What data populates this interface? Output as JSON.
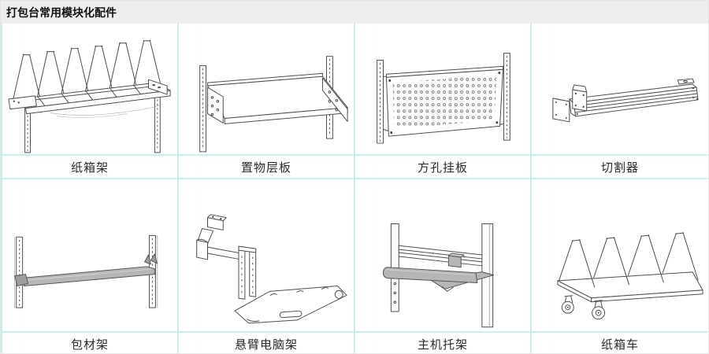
{
  "title": "打包台常用模块化配件",
  "colors": {
    "grid_line": "#c7f0ef",
    "title_bg": "#ededed",
    "drawing_stroke": "#4d4d4d",
    "metal_gray_fill": "#b6b6b6"
  },
  "products": [
    {
      "label": "纸箱架",
      "drawing": "carton-rack"
    },
    {
      "label": "置物层板",
      "drawing": "shelf-board"
    },
    {
      "label": "方孔挂板",
      "drawing": "pegboard-panel"
    },
    {
      "label": "切割器",
      "drawing": "cutter"
    },
    {
      "label": "包材架",
      "drawing": "packing-material-rack"
    },
    {
      "label": "悬臂电脑架",
      "drawing": "cantilever-computer-arm"
    },
    {
      "label": "主机托架",
      "drawing": "cpu-bracket"
    },
    {
      "label": "纸箱车",
      "drawing": "carton-cart"
    }
  ]
}
